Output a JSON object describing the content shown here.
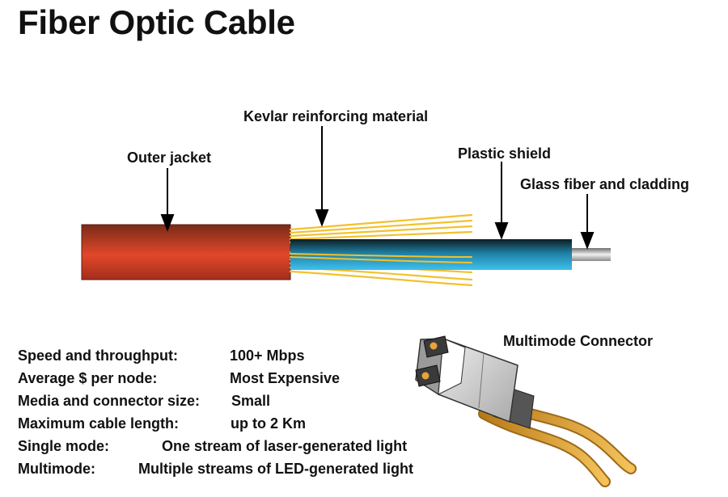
{
  "title": "Fiber Optic Cable",
  "callouts": {
    "outer_jacket": "Outer jacket",
    "kevlar": "Kevlar reinforcing material",
    "plastic_shield": "Plastic shield",
    "glass_fiber": "Glass fiber and cladding",
    "connector": "Multimode Connector"
  },
  "specs": [
    {
      "label": "Speed and throughput:",
      "value": "100+ Mbps"
    },
    {
      "label": "Average $ per node:",
      "value": "Most Expensive"
    },
    {
      "label": "Media and connector size:",
      "value": "Small"
    },
    {
      "label": "Maximum cable length:",
      "value": "up to 2 Km"
    },
    {
      "label": "Single mode:",
      "value": "One stream of laser-generated light"
    },
    {
      "label": "Multimode:",
      "value": "Multiple streams of LED-generated light"
    }
  ],
  "colors": {
    "jacket": "#c8402a",
    "kevlar": "#f2c12e",
    "shield": "#2aa9d9",
    "glass": "#b9b9b9",
    "connector_body": "#d6d6d6",
    "fiber_orange": "#e7a43a"
  }
}
